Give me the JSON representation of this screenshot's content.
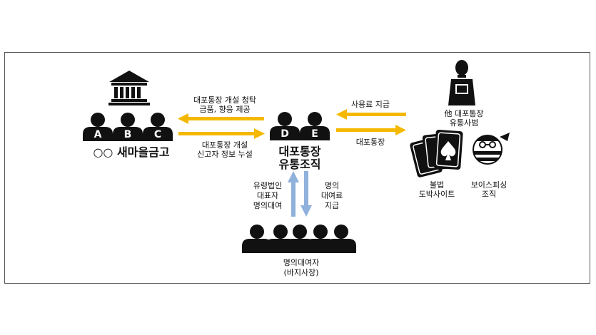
{
  "colors": {
    "arrow_gold": "#F5B800",
    "arrow_blue": "#8FB1DB",
    "figure": "#111111",
    "border": "#555555"
  },
  "icons": [
    "bank-icon",
    "person-icon",
    "man-icon",
    "playing-cards-icon",
    "thief-icon"
  ],
  "bank_group": {
    "letters": [
      "A",
      "B",
      "C"
    ],
    "name": "○○ 새마을금고"
  },
  "org_group": {
    "letters": [
      "D",
      "E"
    ],
    "name_line1": "대포통장",
    "name_line2": "유통조직"
  },
  "arrows": {
    "to_bank_line1": "대포통장 개설 청탁",
    "to_bank_line2": "금품, 향응 제공",
    "from_bank_line1": "대포통장 개설",
    "from_bank_line2": "신고자 정보 누설",
    "from_right_label": "사용료  지급",
    "to_right_label": "대포통장",
    "up_line1": "유령법인",
    "up_line2": "대표자",
    "up_line3": "명의대여",
    "down_line1": "명의",
    "down_line2": "대여료",
    "down_line3": "지급"
  },
  "others": {
    "line1": "他 대포통장",
    "line2": "유통사범"
  },
  "gambling": {
    "line1": "불법",
    "line2": "도박사이트"
  },
  "phishing": {
    "line1": "보이스피싱",
    "line2": "조직"
  },
  "lenders": {
    "count": 5,
    "line1": "명의대여자",
    "line2": "(바지사장)"
  }
}
